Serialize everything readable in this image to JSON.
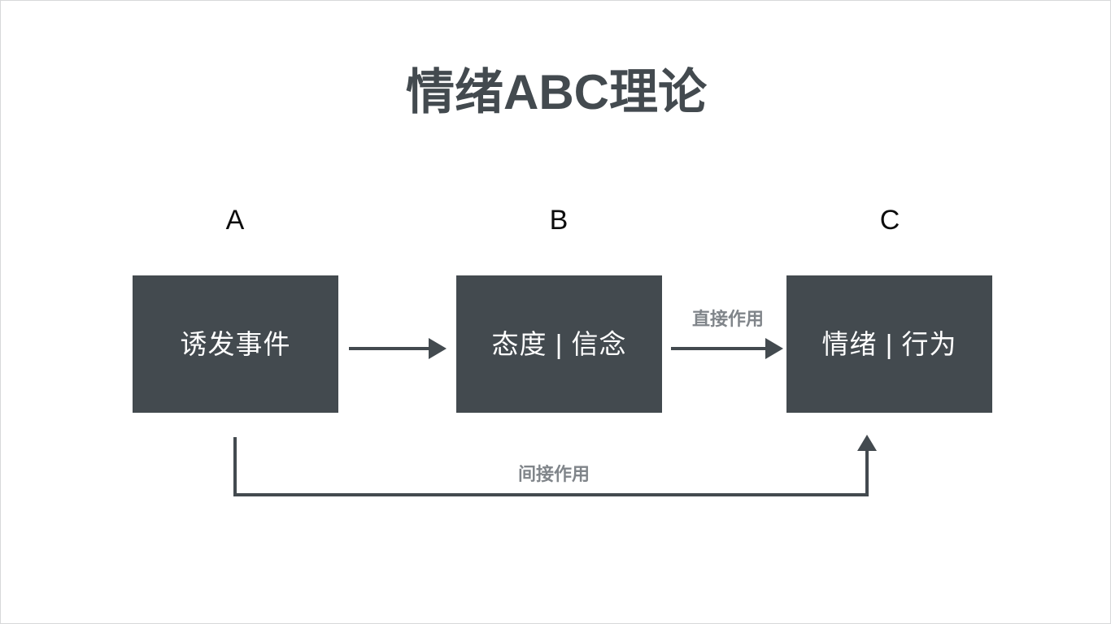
{
  "slide": {
    "title": "情绪ABC理论",
    "background_color": "#ffffff",
    "box_color": "#434a4f",
    "box_text_color": "#ffffff",
    "caption_color": "#80858a",
    "letter_color": "#0d0d0d",
    "arrow_color": "#434a4f"
  },
  "diagram": {
    "type": "flow",
    "nodes": [
      {
        "letter": "A",
        "label": "诱发事件"
      },
      {
        "letter": "B",
        "label": "态度 | 信念"
      },
      {
        "letter": "C",
        "label": "情绪 | 行为"
      }
    ],
    "edges": [
      {
        "from": "A",
        "to": "B",
        "caption": "",
        "style": "straight-arrow"
      },
      {
        "from": "B",
        "to": "C",
        "caption": "直接作用",
        "style": "straight-arrow"
      },
      {
        "from": "A",
        "to": "C",
        "caption": "间接作用",
        "style": "elbow-arrow-below"
      }
    ]
  }
}
